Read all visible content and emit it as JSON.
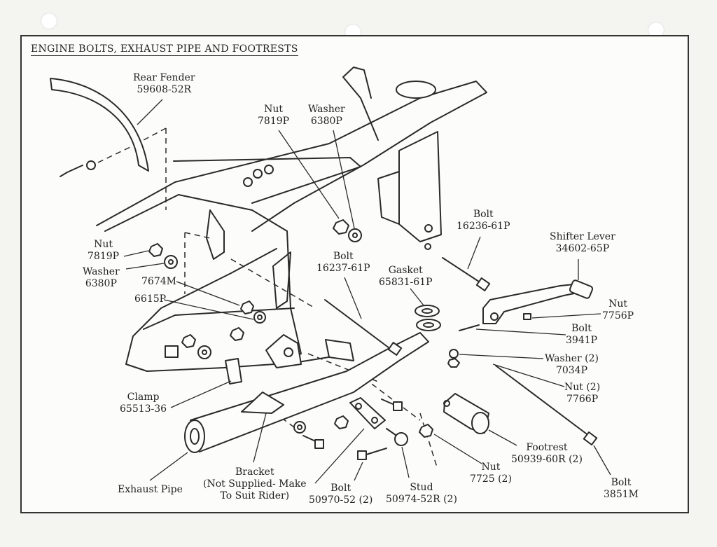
{
  "title": "ENGINE BOLTS, EXHAUST PIPE AND FOOTRESTS",
  "labels": {
    "rear_fender": {
      "name": "Rear Fender",
      "part": "59608-52R"
    },
    "nut_top": {
      "name": "Nut",
      "part": "7819P"
    },
    "washer_top": {
      "name": "Washer",
      "part": "6380P"
    },
    "bolt_16236": {
      "name": "Bolt",
      "part": "16236-61P"
    },
    "shifter_lever": {
      "name": "Shifter Lever",
      "part": "34602-65P"
    },
    "nut_left": {
      "name": "Nut",
      "part": "7819P"
    },
    "washer_left": {
      "name": "Washer",
      "part": "6380P"
    },
    "p7674m": {
      "part": "7674M"
    },
    "p6615p": {
      "part": "6615P"
    },
    "bolt_16237": {
      "name": "Bolt",
      "part": "16237-61P"
    },
    "gasket": {
      "name": "Gasket",
      "part": "65831-61P"
    },
    "nut_7756": {
      "name": "Nut",
      "part": "7756P"
    },
    "bolt_3941": {
      "name": "Bolt",
      "part": "3941P"
    },
    "washer_7034": {
      "name": "Washer (2)",
      "part": "7034P"
    },
    "nut_7766": {
      "name": "Nut (2)",
      "part": "7766P"
    },
    "clamp": {
      "name": "Clamp",
      "part": "65513-36"
    },
    "footrest": {
      "name": "Footrest",
      "part": "50939-60R (2)"
    },
    "nut_7725": {
      "name": "Nut",
      "part": "7725 (2)"
    },
    "bolt_3851": {
      "name": "Bolt",
      "part": "3851M"
    },
    "exhaust_pipe": {
      "name": "Exhaust Pipe"
    },
    "bracket": {
      "name": "Bracket",
      "line2": "(Not Supplied- Make",
      "line3": "To Suit Rider)"
    },
    "bolt_50970": {
      "name": "Bolt",
      "part": "50970-52 (2)"
    },
    "stud": {
      "name": "Stud",
      "part": "50974-52R (2)"
    }
  }
}
